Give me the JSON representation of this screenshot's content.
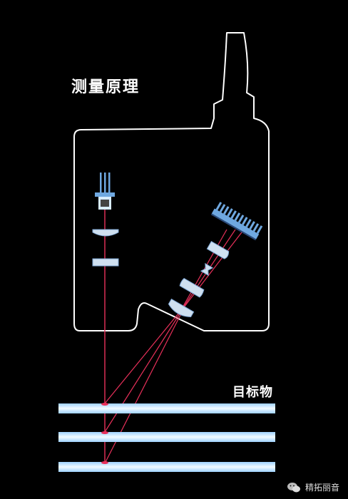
{
  "labels": {
    "title": "测量原理",
    "target": "目标物"
  },
  "watermark": {
    "text": "精拓丽音",
    "icon": "wechat-icon"
  },
  "colors": {
    "background": "#000000",
    "outline": "#ffffff",
    "beam": "#e8305a",
    "lens_fill": "#cfe0f0",
    "lens_stroke": "#7fa8d6",
    "detector": "#6fa8e0",
    "target_plate": "#e8f6ff",
    "target_glow": "#8fc8ff"
  }
}
